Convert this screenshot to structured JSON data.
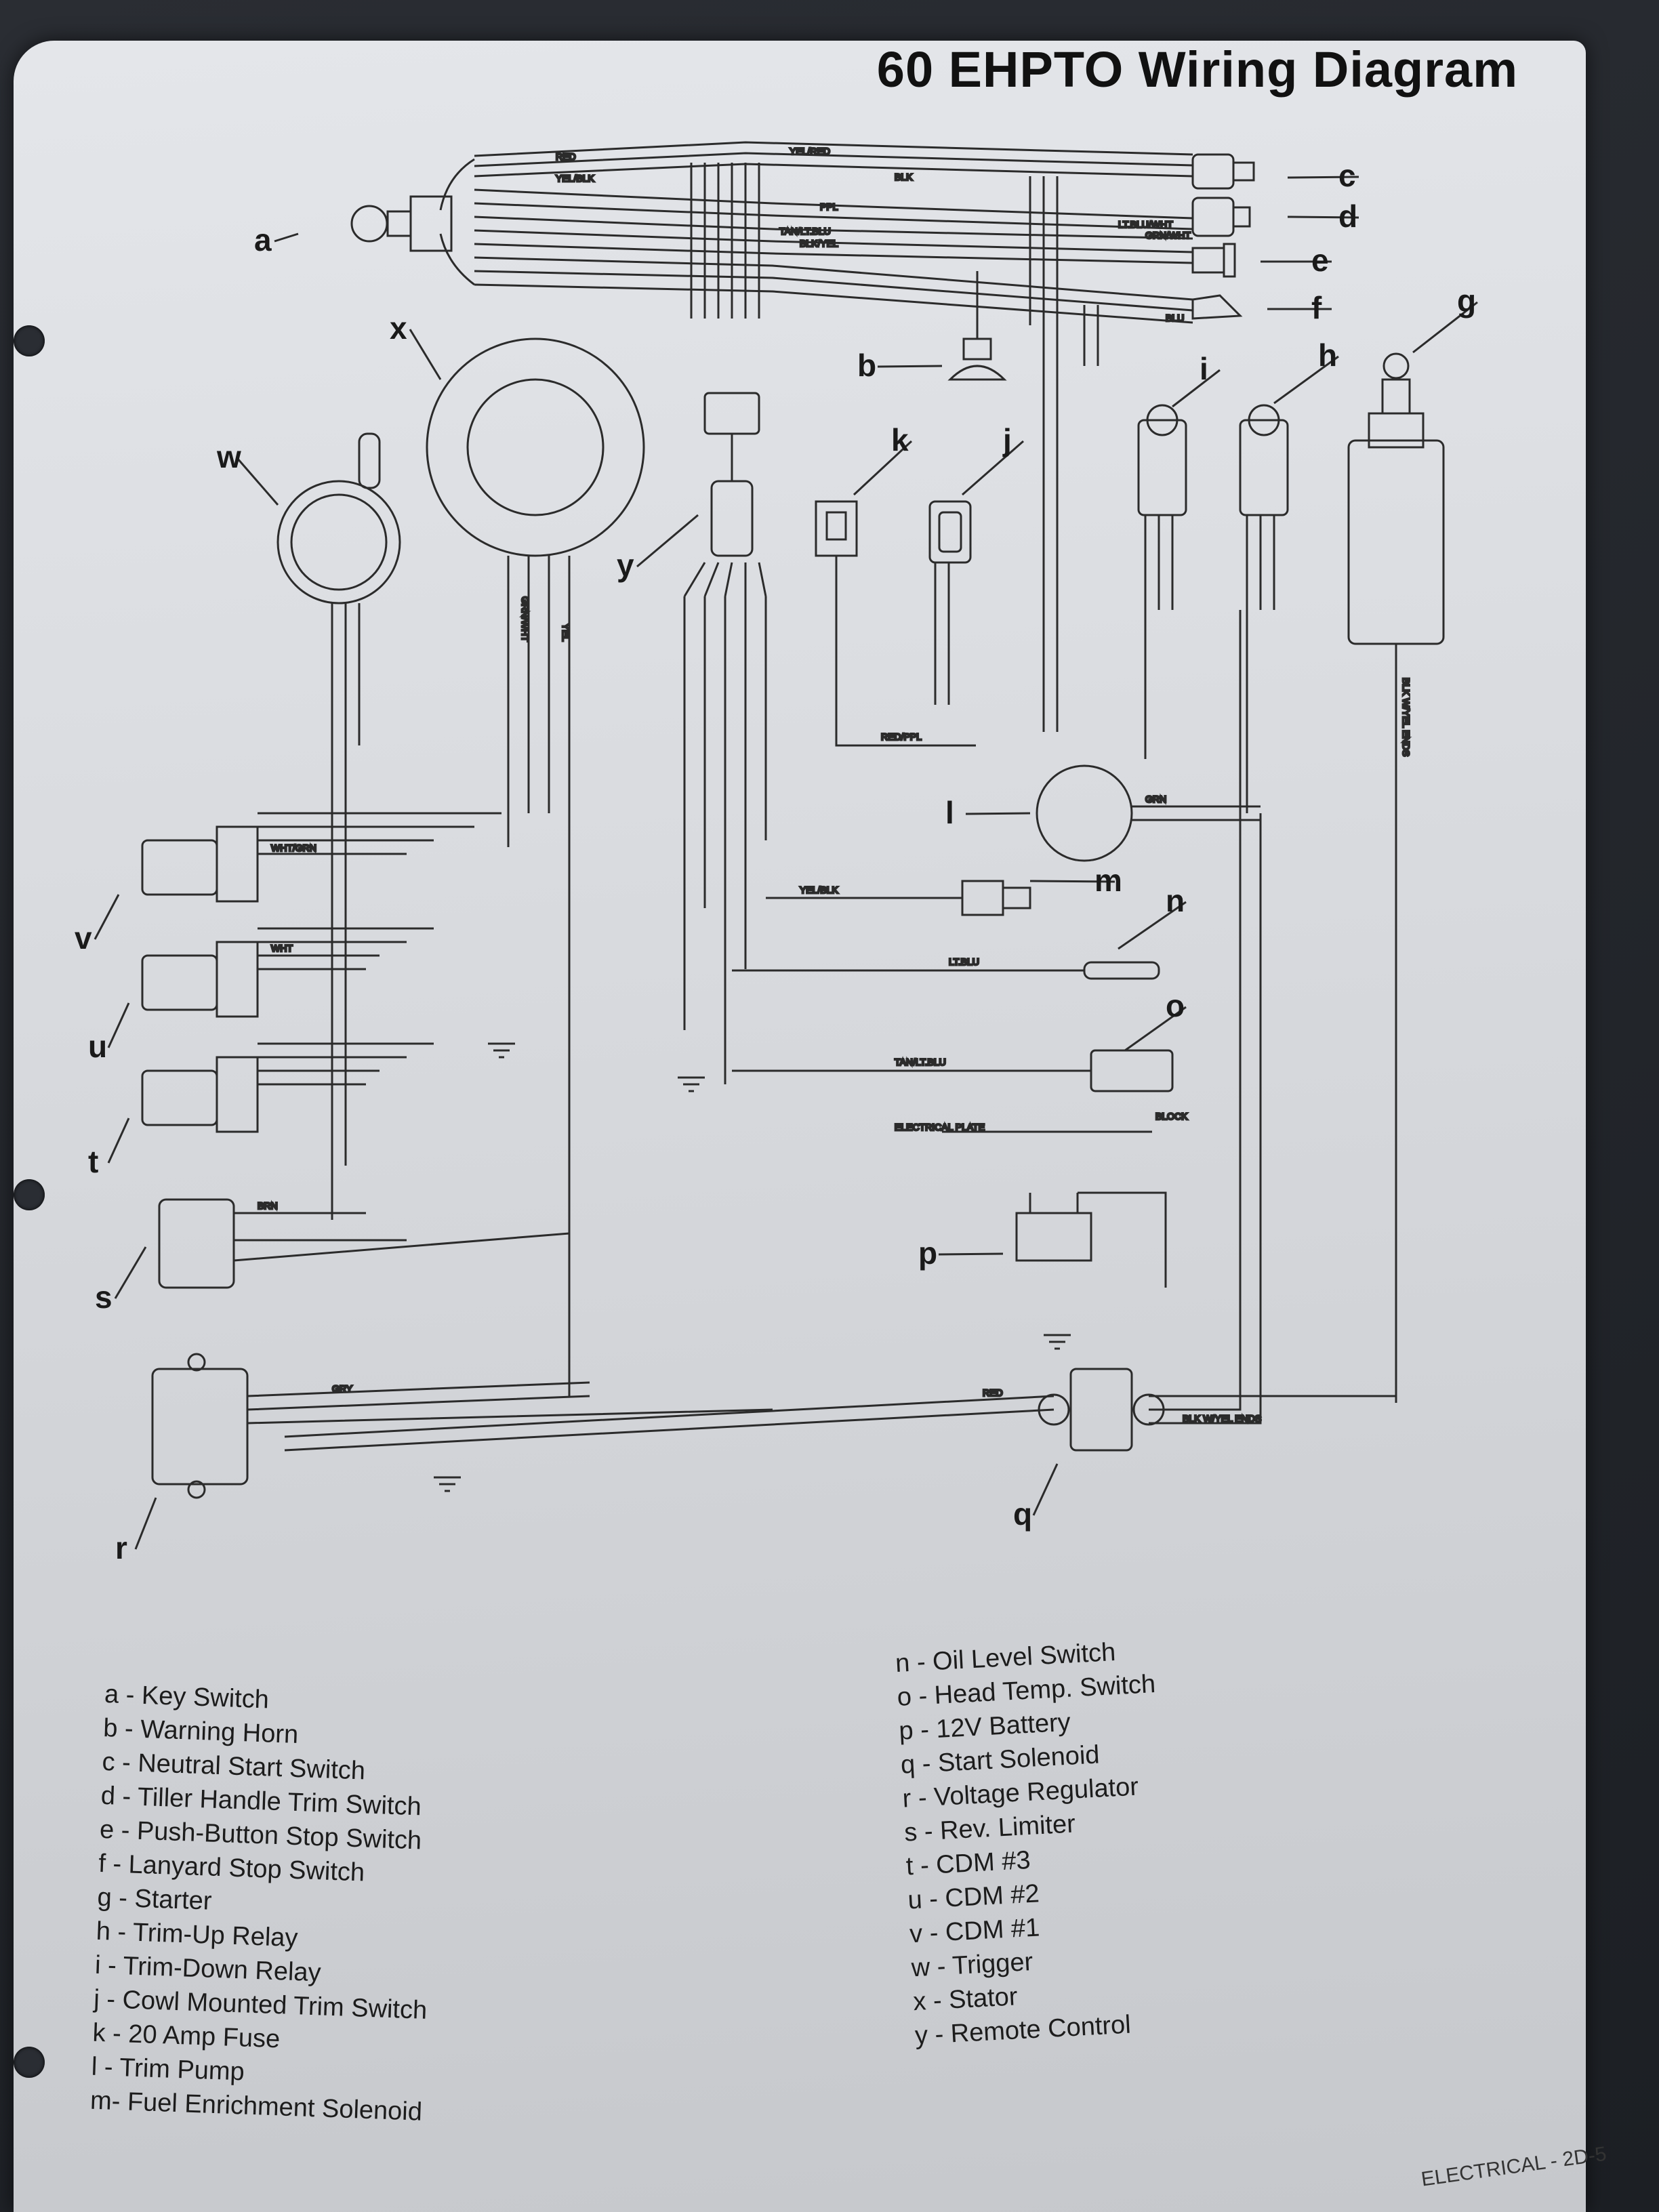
{
  "title": "60 EHPTO Wiring Diagram",
  "footer": "ELECTRICAL - 2D-5",
  "callouts": [
    "a",
    "b",
    "c",
    "d",
    "e",
    "f",
    "g",
    "h",
    "i",
    "j",
    "k",
    "l",
    "m",
    "n",
    "o",
    "p",
    "q",
    "r",
    "s",
    "t",
    "u",
    "v",
    "w",
    "x",
    "y"
  ],
  "wire_labels": {
    "red": "RED",
    "yel_red": "YEL/RED",
    "yel_blk": "YEL/BLK",
    "blk": "BLK",
    "ppl": "PPL",
    "tan_lt_blu": "TAN/LT.BLU",
    "blk_yel": "BLK/YEL",
    "grn_wht": "GRN/WHT",
    "lt_blu_wht": "LT.BLU/WHT",
    "blu": "BLU",
    "wht_grn": "WHT/GRN",
    "yel": "YEL",
    "wht": "WHT",
    "brn": "BRN",
    "gry": "GRY",
    "grn": "GRN",
    "lt_blu": "LT.BLU",
    "red_ppl": "RED/PPL",
    "block": "BLOCK",
    "electrical_plate": "ELECTRICAL PLATE",
    "blk_w_yel_ends": "BLK W/YEL ENDS"
  },
  "legend_left": [
    "a - Key Switch",
    "b - Warning Horn",
    "c - Neutral Start Switch",
    "d - Tiller Handle Trim Switch",
    "e - Push-Button Stop Switch",
    "f - Lanyard Stop Switch",
    "g - Starter",
    "h - Trim-Up Relay",
    "i - Trim-Down Relay",
    "j - Cowl Mounted Trim Switch",
    "k - 20 Amp Fuse",
    "l - Trim Pump",
    "m- Fuel Enrichment Solenoid"
  ],
  "legend_right": [
    "n - Oil Level Switch",
    "o - Head Temp. Switch",
    "p - 12V Battery",
    "q - Start Solenoid",
    "r - Voltage Regulator",
    "s - Rev. Limiter",
    "t - CDM #3",
    "u - CDM #2",
    "v - CDM #1",
    "w - Trigger",
    "x - Stator",
    "y - Remote Control"
  ]
}
